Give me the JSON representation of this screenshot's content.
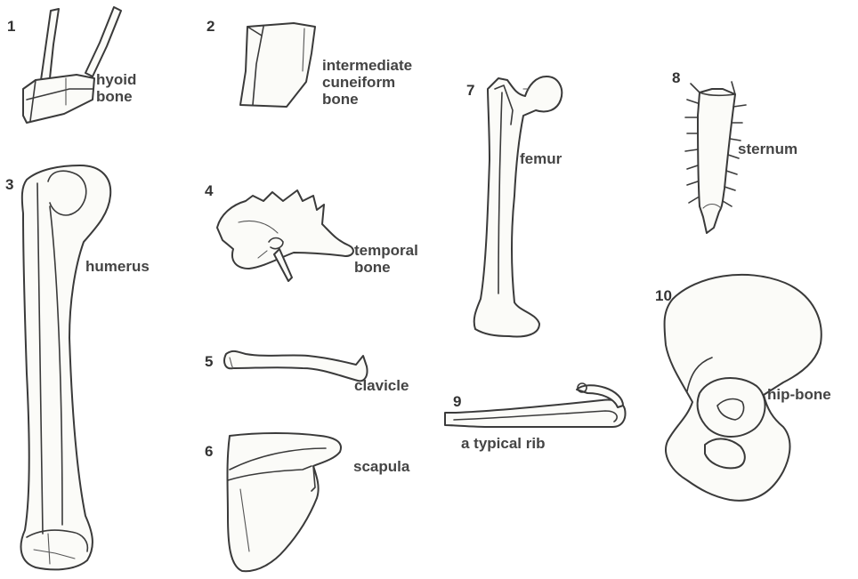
{
  "figure": {
    "items": [
      {
        "number": "1",
        "label_lines": [
          "hyoid",
          "bone"
        ]
      },
      {
        "number": "2",
        "label_lines": [
          "intermediate",
          "cuneiform",
          "bone"
        ]
      },
      {
        "number": "3",
        "label_lines": [
          "humerus"
        ]
      },
      {
        "number": "4",
        "label_lines": [
          "temporal",
          "bone"
        ]
      },
      {
        "number": "5",
        "label_lines": [
          "clavicle"
        ]
      },
      {
        "number": "6",
        "label_lines": [
          "scapula"
        ]
      },
      {
        "number": "7",
        "label_lines": [
          "femur"
        ]
      },
      {
        "number": "8",
        "label_lines": [
          "sternum"
        ]
      },
      {
        "number": "9",
        "label_lines": [
          "a typical rib"
        ]
      },
      {
        "number": "10",
        "label_lines": [
          "hip-bone"
        ]
      }
    ]
  }
}
